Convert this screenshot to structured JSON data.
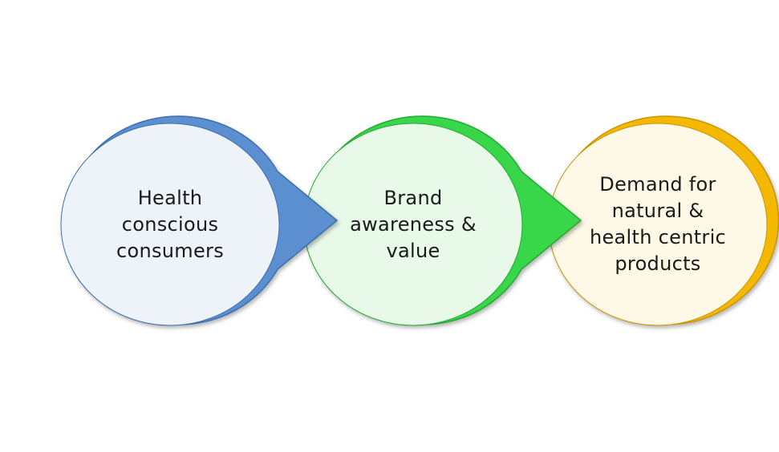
{
  "colors": {
    "node1_fill": "#eef3fa",
    "node1_border": "#5b8fcf",
    "node2_fill": "#e8f9ea",
    "node2_border": "#39d64a",
    "node3_fill": "#fef8e6",
    "node3_border": "#f5b800"
  },
  "nodes": [
    {
      "lines": [
        "Health",
        "conscious",
        "consumers"
      ]
    },
    {
      "lines": [
        "Brand",
        "awareness &",
        "value"
      ]
    },
    {
      "lines": [
        "Demand for",
        "natural &",
        "health centric",
        "products"
      ]
    }
  ]
}
